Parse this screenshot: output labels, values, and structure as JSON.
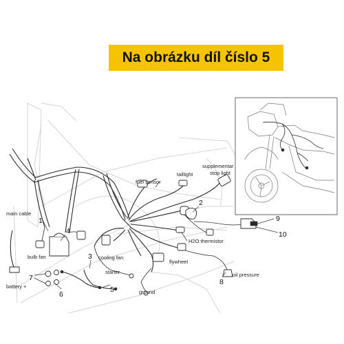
{
  "banner": {
    "text": "Na obrázku díl číslo 5",
    "background": "#f5c400"
  },
  "labels": {
    "main_cable": "main cable",
    "bulb_fan": "bulb fan",
    "battery": "battery +",
    "fuel_sensor": "fuel sensor",
    "taillight": "taillight",
    "supplementar": "supplementar",
    "stop_light": "stop light",
    "h2o_thermistor": "H2O thermistor",
    "cooling_fan": "cooling fan",
    "flywheel": "flywheel",
    "starter": "starter",
    "ground": "ground",
    "oil_pressure": "oil pressure"
  },
  "callouts": {
    "c1": "1",
    "c2": "2",
    "c3": "3",
    "c4": "4",
    "c5": "5",
    "c6": "6",
    "c7": "7",
    "c8": "8",
    "c9": "9",
    "c10": "10"
  }
}
